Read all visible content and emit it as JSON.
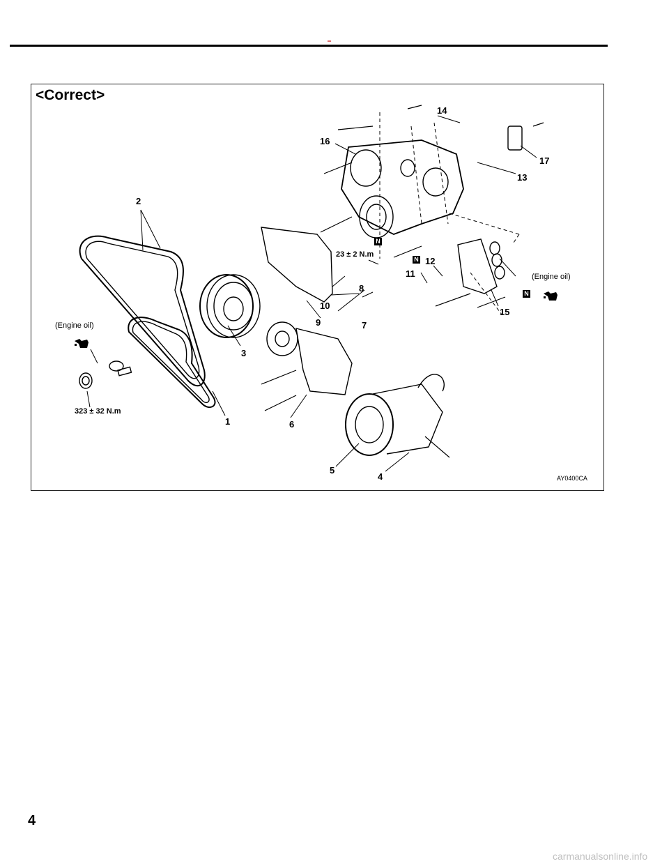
{
  "page": {
    "number": "4",
    "footer": "carmanualsonline.info"
  },
  "figure": {
    "heading": "<Correct>",
    "code": "AY0400CA",
    "labels": {
      "engine_oil_left": "(Engine oil)",
      "engine_oil_right": "(Engine oil)",
      "torque_bolt": "323 ± 32 N.m",
      "torque_nut": "23 ± 2 N.m",
      "n_mark": "N"
    },
    "callouts": [
      "1",
      "2",
      "3",
      "4",
      "5",
      "6",
      "7",
      "8",
      "9",
      "10",
      "11",
      "12",
      "13",
      "14",
      "15",
      "16",
      "17"
    ]
  }
}
